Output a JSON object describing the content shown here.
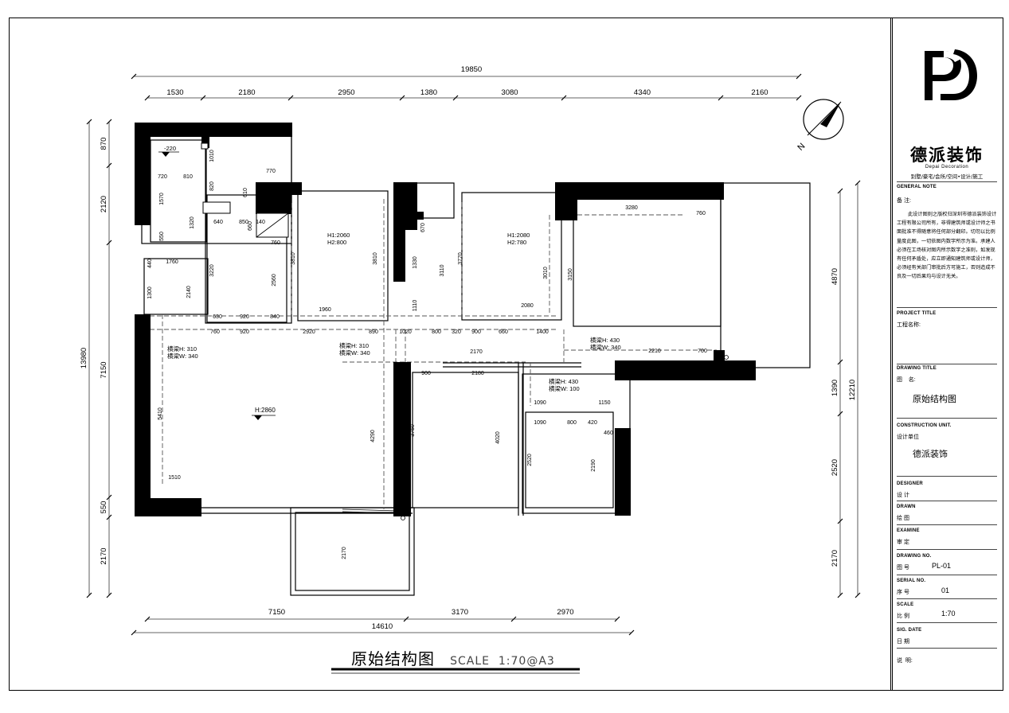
{
  "plan": {
    "top_total": "19850",
    "top_dims": [
      "1530",
      "2180",
      "2950",
      "1380",
      "3080",
      "4340",
      "2160"
    ],
    "bottom_dims": [
      "7150",
      "3170",
      "2970"
    ],
    "bottom_total": "14610",
    "left_dims": [
      "870",
      "2120",
      "7150",
      "550",
      "2170"
    ],
    "left_total": "13980",
    "right_dims": [
      "4870",
      "1390",
      "2520",
      "2170"
    ],
    "right_total": "12210",
    "inner_labels": [
      "-220",
      "720",
      "810",
      "1010",
      "820",
      "610",
      "770",
      "1570",
      "1320",
      "550",
      "640",
      "850",
      "660",
      "140",
      "760",
      "3220",
      "2560",
      "3810",
      "3810",
      "1330",
      "670",
      "3110",
      "1110",
      "3770",
      "3010",
      "3150",
      "440",
      "1760",
      "1300",
      "2140",
      "630",
      "920",
      "840",
      "1960",
      "2080",
      "3280",
      "760",
      "760",
      "920",
      "2920",
      "890",
      "1020",
      "800",
      "320",
      "900",
      "660",
      "1400",
      "5410",
      "4290",
      "3750",
      "900",
      "2180",
      "2170",
      "4020",
      "2520",
      "1090",
      "800",
      "420",
      "1150",
      "460",
      "2190",
      "2210",
      "700",
      "1510",
      "2170",
      "1090"
    ],
    "beams": [
      {
        "h": "横梁H: 310",
        "w": "横梁W: 340"
      },
      {
        "h": "横梁H: 310",
        "w": "横梁W: 340"
      },
      {
        "h": "横梁H: 430",
        "w": "横梁W: 340"
      },
      {
        "h": "横梁H: 430",
        "w": "横梁W: 100"
      }
    ],
    "windows": [
      {
        "h1": "H1:2060",
        "h2": "H2:800"
      },
      {
        "h1": "H1:2080",
        "h2": "H2:780"
      }
    ],
    "ceiling": "H:2860",
    "north": "N"
  },
  "caption": {
    "title": "原始结构图",
    "scale": "SCALE  1:70@A3"
  },
  "title_block": {
    "brand_cn": "德派装饰",
    "brand_en": "Depai Decoration",
    "tagline": "别墅/豪宅/会所/空间•设计/施工",
    "general_note_label": "GENERAL NOTE",
    "remark_label": "备 注:",
    "note_text": "此设计图则之版权归深圳市德派装饰设计工程有限公司所有，非得建筑师或设计师之书面批准不得随意将任何部分翻印。切勿以比例量度此图，一切依图内数字所示为准。承建人必须在工场核对图内所示数字之准则，如发现有任何矛盾处，应立即通知建筑师或设计师，必须经有关部门审批后方可施工，否则造成不良及一切后果均与设计无关。",
    "project_title_label": "PROJECT TITLE",
    "project_name_label": "工程名称:",
    "drawing_title_label": "DRAWING TITLE",
    "drawing_name_label": "图    名:",
    "drawing_name": "原始结构图",
    "construction_unit_label": "CONSTRUCTION UNIT.",
    "design_unit_label": "设计单位",
    "design_unit": "德派装饰",
    "designer_label": "DESIGNER",
    "designer_cn": "设 计",
    "drawn_label": "DRAWN",
    "drawn_cn": "绘 图",
    "examine_label": "EXAMINE",
    "examine_cn": "审 定",
    "drawing_no_label": "DRAWING NO.",
    "drawing_no_cn": "图 号",
    "drawing_no": "PL-01",
    "serial_no_label": "SERIAL NO.",
    "serial_no_cn": "序 号",
    "serial_no": "01",
    "scale_label": "SCALE",
    "scale_cn": "比 例",
    "scale": "1:70",
    "sig_date_label": "SIG. DATE",
    "sig_date_cn": "日 期",
    "remarks_cn": "说  明:"
  },
  "colors": {
    "wall": "#000000",
    "line": "#000000",
    "dim": "#333333",
    "dash": "#555555"
  }
}
